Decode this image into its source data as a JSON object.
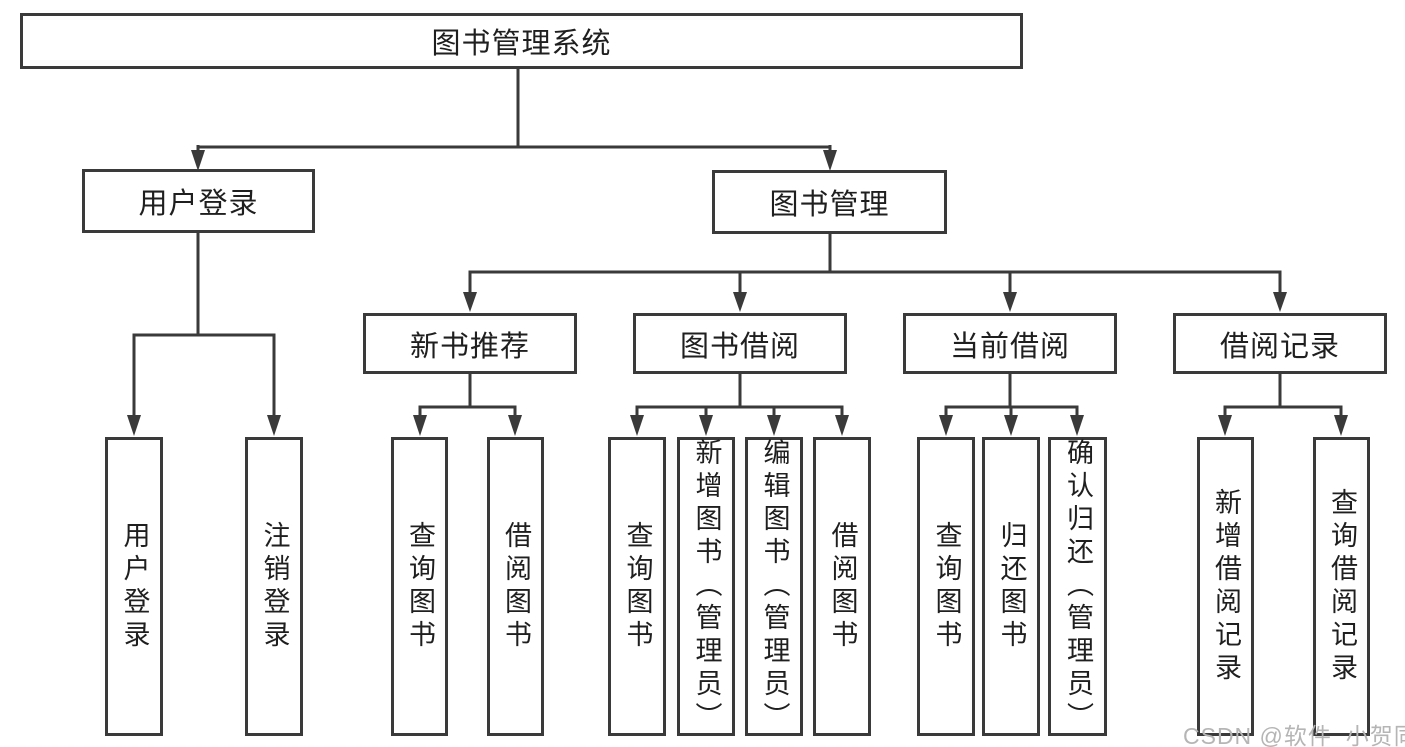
{
  "colors": {
    "line": "#3a3a3a",
    "box_border": "#3a3a3a",
    "text": "#1f1f1f",
    "watermark": "#b5b5b5",
    "background": "#ffffff"
  },
  "watermark": {
    "text": "CSDN @软件_小贺同学"
  },
  "tree": {
    "root": "图书管理系统",
    "children": [
      {
        "label": "用户登录",
        "children": [
          "用户登录",
          "注销登录"
        ]
      },
      {
        "label": "图书管理",
        "children": [
          {
            "label": "新书推荐",
            "children": [
              "查询图书",
              "借阅图书"
            ]
          },
          {
            "label": "图书借阅",
            "children": [
              "查询图书",
              "新增图书（管理员）",
              "编辑图书（管理员）",
              "借阅图书"
            ]
          },
          {
            "label": "当前借阅",
            "children": [
              "查询图书",
              "归还图书",
              "确认归还（管理员）"
            ]
          },
          {
            "label": "借阅记录",
            "children": [
              "新增借阅记录",
              "查询借阅记录"
            ]
          }
        ]
      }
    ]
  }
}
